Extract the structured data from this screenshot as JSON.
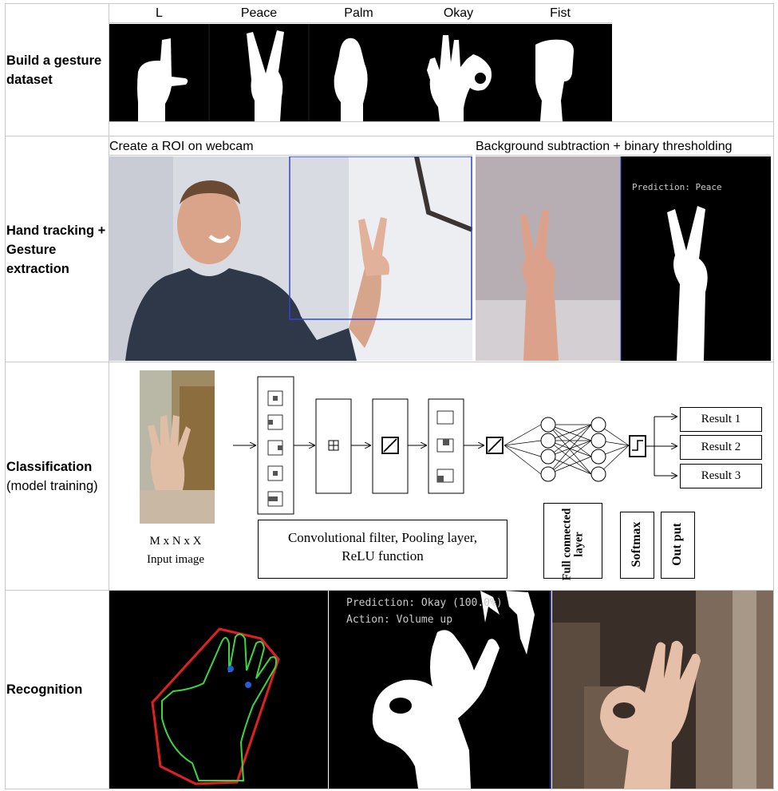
{
  "rows": {
    "dataset": "Build a gesture dataset",
    "tracking": "Hand tracking + Gesture extraction",
    "classification_main": "Classification",
    "classification_sub": "(model training)",
    "recognition": "Recognition"
  },
  "gestures": [
    "L",
    "Peace",
    "Palm",
    "Okay",
    "Fist"
  ],
  "tracking": {
    "roi_caption": "Create a ROI on webcam",
    "bg_caption": "Background subtraction + binary thresholding",
    "prediction": "Prediction: Peace"
  },
  "classification": {
    "input_dims": "M x N x X",
    "input_label": "Input image",
    "conv_label_line1": "Convolutional filter, Pooling layer,",
    "conv_label_line2": "ReLU function",
    "fc_label": "Full connected layer",
    "softmax_label": "Softmax",
    "output_label": "Out put",
    "results": [
      "Result 1",
      "Result 2",
      "Result 3"
    ]
  },
  "recognition": {
    "prediction": "Prediction: Okay (100.0%)",
    "action": "Action: Volume up"
  },
  "colors": {
    "roi_box": "#3344cc",
    "hull": "#e02020",
    "contour": "#3ed63e",
    "defect_point": "#2a5bd7"
  }
}
